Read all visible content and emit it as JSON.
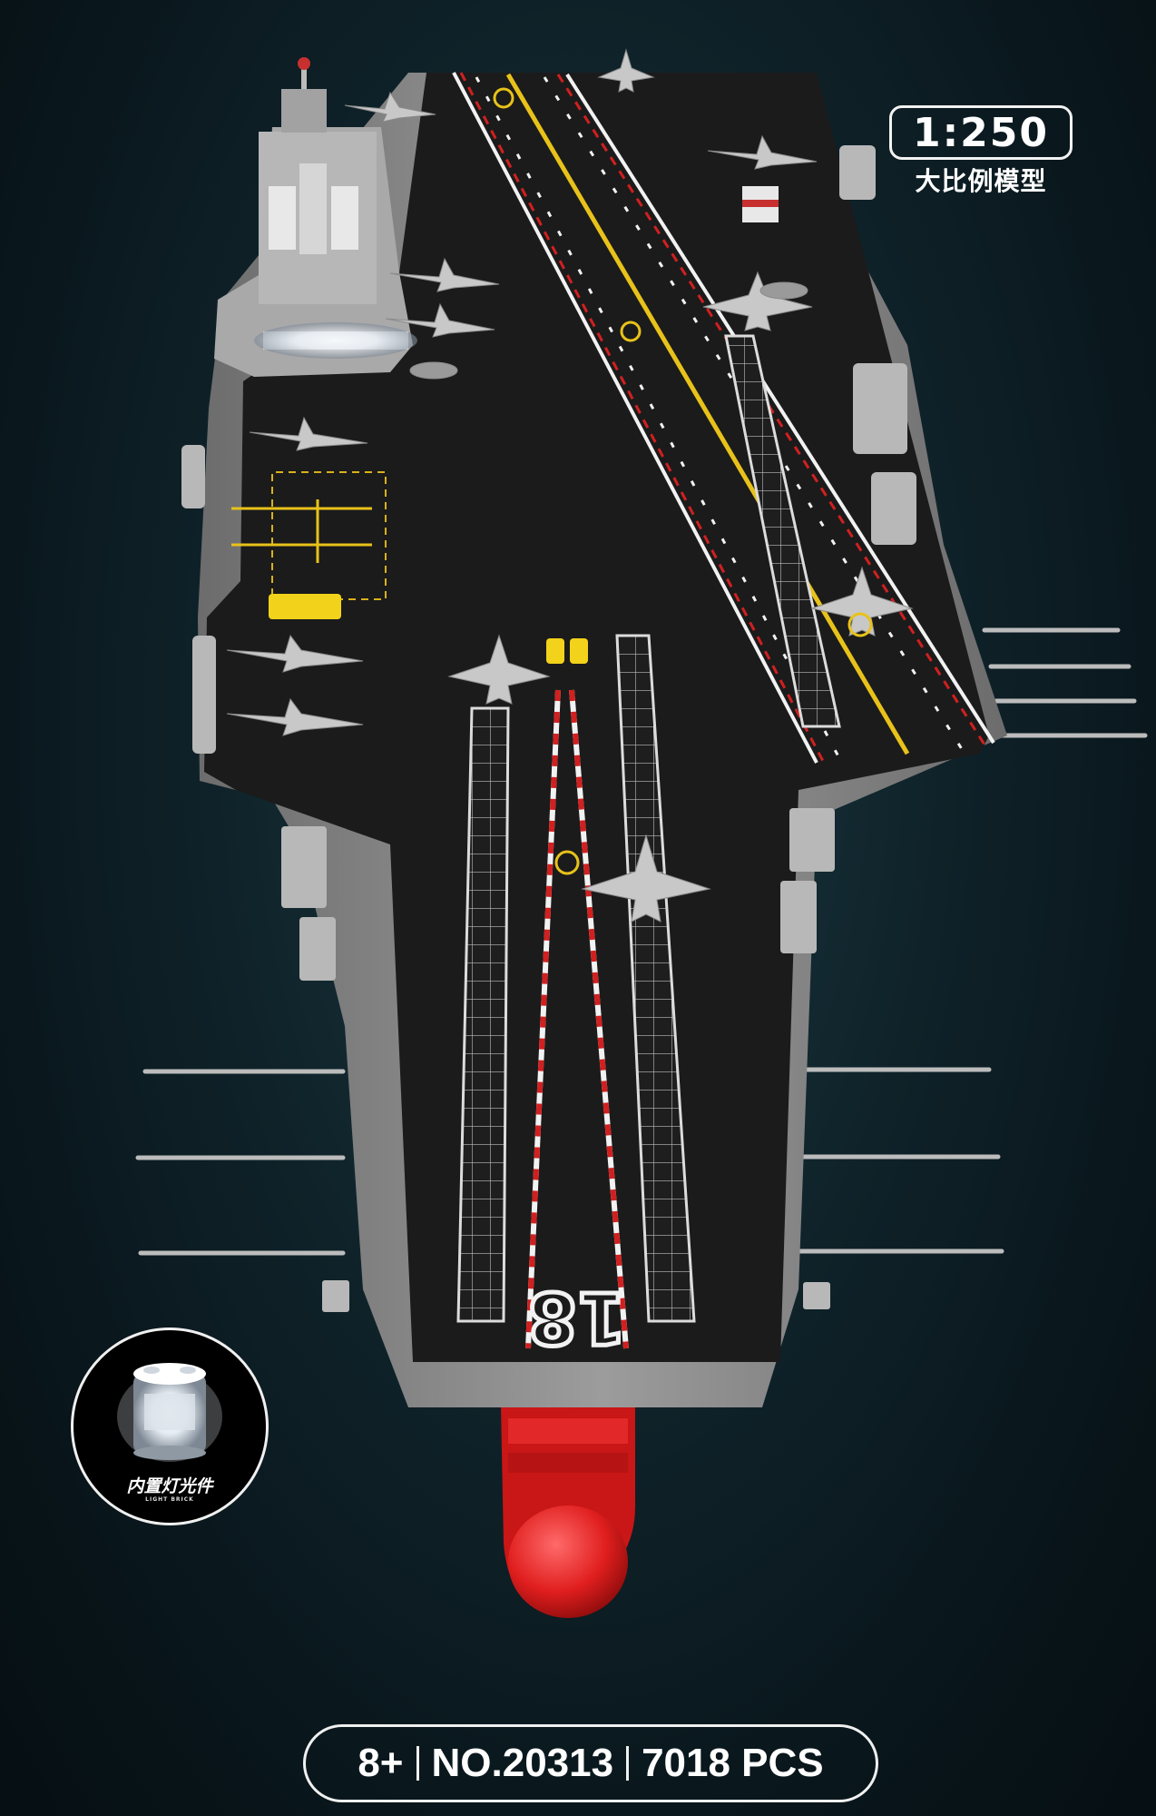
{
  "scale": {
    "ratio": "1:250",
    "subtitle": "大比例模型"
  },
  "light_brick": {
    "label": "内置灯光件",
    "sublabel": "LIGHT BRICK"
  },
  "info": {
    "age": "8+",
    "model_no": "NO.20313",
    "pieces": "7018 PCS"
  },
  "hull_number": "18",
  "colors": {
    "deck": "#1b1b1b",
    "hull": "#8c8c8c",
    "bow_bulb": "#e01e1e",
    "deck_line_red": "#d02020",
    "deck_line_yellow": "#e8c21a",
    "deck_line_white": "#f2f2f2",
    "accent_yellow": "#f2d21a"
  }
}
